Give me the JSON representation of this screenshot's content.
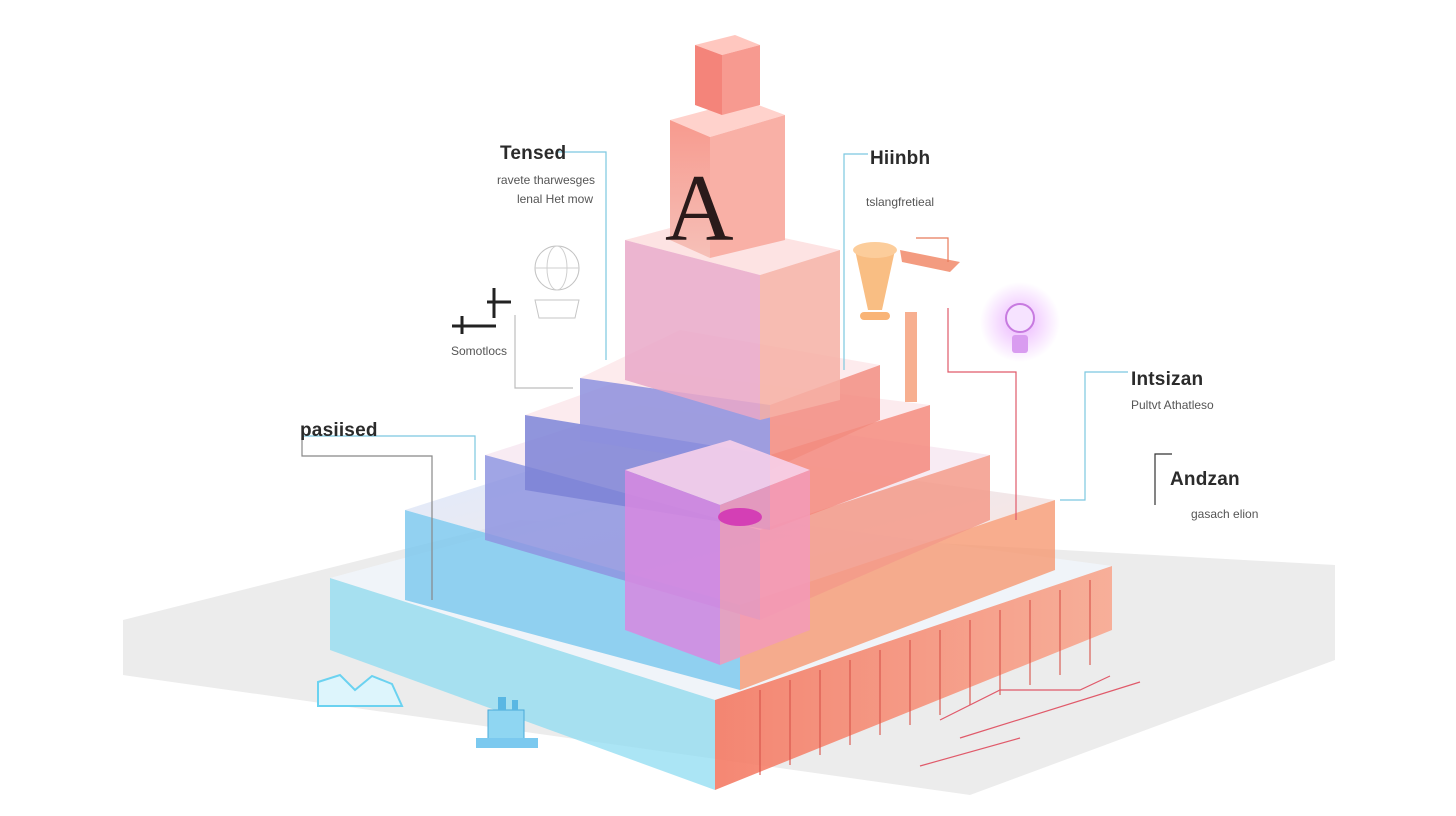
{
  "labels": {
    "tensed": {
      "title": "Tensed",
      "line1": "ravete tharwesges",
      "line2": "lenal Het mow"
    },
    "hiinbh": {
      "title": "Hiinbh",
      "line1": "tslangfretieal"
    },
    "somotlocs": {
      "title": "Somotlocs"
    },
    "pasiised": {
      "title": "pasiised"
    },
    "intsizan": {
      "title": "Intsizan",
      "line1": "Pultvt Athatleso"
    },
    "andzan": {
      "title": "Andzan",
      "line1": "gasach elion"
    },
    "tower_letter": "A"
  },
  "colors": {
    "accent_blue": "#5ec8f0",
    "accent_violet": "#6c6fd8",
    "accent_pink": "#f07aa8",
    "accent_red": "#f2695a",
    "accent_orange": "#f6a050",
    "leader_line": "#7cc8e0",
    "ground": "#ebebeb"
  }
}
